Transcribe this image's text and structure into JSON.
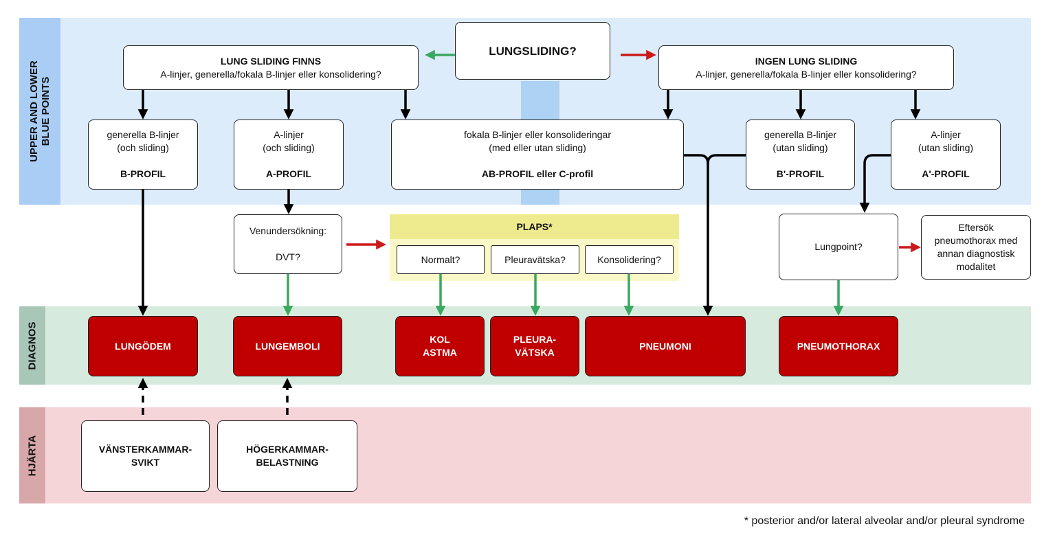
{
  "bands": {
    "blue_label": "UPPER AND LOWER\nBLUE POINTS",
    "diagnos_label": "DIAGNOS",
    "hjarta_label": "HJÄRTA"
  },
  "colors": {
    "blue_band": "#ddecfb",
    "blue_side": "#a9cdf4",
    "blue_strip": "#add2f3",
    "green_band": "#d6eade",
    "green_side": "#a9c7b8",
    "red_band": "#f5d5d7",
    "red_side": "#d8a7a9",
    "plaps_bg": "#fbf8c8",
    "plaps_head": "#eeeb8e",
    "diagnosis_red": "#c00000",
    "arrow_green": "#3aa860",
    "arrow_red": "#cc1a1a"
  },
  "nodes": {
    "lungsliding": "LUNGSLIDING?",
    "sliding_finns": {
      "title": "LUNG SLIDING FINNS",
      "text": "A-linjer, generella/fokala B-linjer eller konsolidering?"
    },
    "ingen_sliding": {
      "title": "INGEN LUNG SLIDING",
      "text": "A-linjer, generella/fokala B-linjer eller konsolidering?"
    },
    "b_profil": {
      "line1": "generella B-linjer",
      "line2": "(och sliding)",
      "label": "B-PROFIL"
    },
    "a_profil": {
      "line1": "A-linjer",
      "line2": "(och sliding)",
      "label": "A-PROFIL"
    },
    "ab_profil": {
      "line1": "fokala B-linjer eller konsolideringar",
      "line2": "(med eller utan sliding)",
      "label": "AB-PROFIL eller C-profil"
    },
    "b_prime_profil": {
      "line1": "generella B-linjer",
      "line2": "(utan sliding)",
      "label": "B'-PROFIL"
    },
    "a_prime_profil": {
      "line1": "A-linjer",
      "line2": "(utan sliding)",
      "label": "A'-PROFIL"
    },
    "ven": {
      "line1": "Venundersökning:",
      "line2": "DVT?"
    },
    "plaps": {
      "title": "PLAPS*",
      "options": [
        "Normalt?",
        "Pleuravätska?",
        "Konsolidering?"
      ]
    },
    "lungpoint": "Lungpoint?",
    "eftersok": "Eftersök pneumothorax med annan diagnostisk modalitet",
    "heart": {
      "vanster": [
        "VÄNSTERKAMMAR-",
        "SVIKT"
      ],
      "hoger": [
        "HÖGERKAMMAR-",
        "BELASTNING"
      ]
    }
  },
  "diagnoses": {
    "lungodem": "LUNGÖDEM",
    "lungemboli": "LUNGEMBOLI",
    "kol": [
      "KOL",
      "ASTMA"
    ],
    "pleura": [
      "PLEURA-",
      "VÄTSKA"
    ],
    "pneumoni": "PNEUMONI",
    "pneumothorax": "PNEUMOTHORAX"
  },
  "footnote": "* posterior and/or lateral alveolar and/or pleural syndrome"
}
